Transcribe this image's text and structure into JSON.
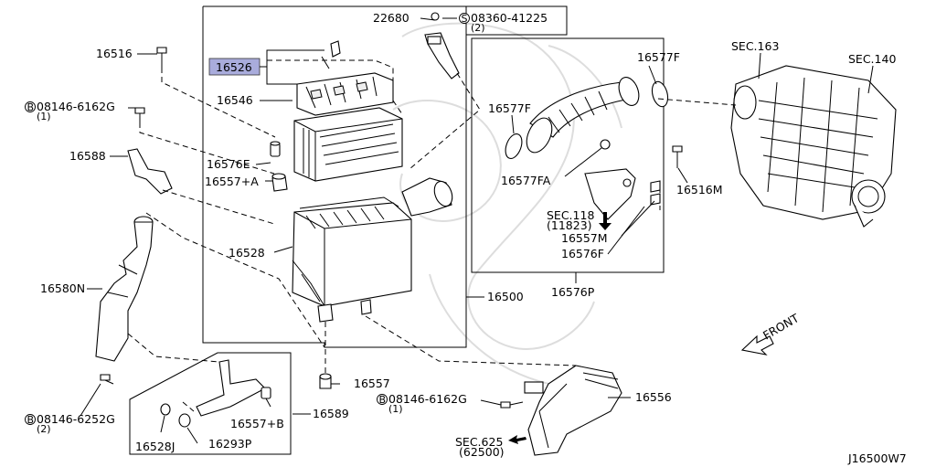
{
  "labels": {
    "p16516": "16516",
    "p16526": "16526",
    "p16546": "16546",
    "p08146_6162g_a": "08146-6162G",
    "p08146_6162g_a_qty": "(1)",
    "p16588": "16588",
    "p16576e": "16576E",
    "p16557a": "16557+A",
    "p16528": "16528",
    "p16580n": "16580N",
    "p08146_6252g": "08146-6252G",
    "p08146_6252g_qty": "(2)",
    "p16528j": "16528J",
    "p16293p": "16293P",
    "p16557b": "16557+B",
    "p16589": "16589",
    "p16557": "16557",
    "p16500": "16500",
    "p22680": "22680",
    "p08360": "08360-41225",
    "p08360_qty": "(2)",
    "p16577f_a": "16577F",
    "p16577f_b": "16577F",
    "p16577fa": "16577FA",
    "sec118": "SEC.118",
    "sec118_ref": "(11823)",
    "p16557m": "16557M",
    "p16576f": "16576F",
    "p16576p": "16576P",
    "sec163": "SEC.163",
    "sec140": "SEC.140",
    "p16516m": "16516M",
    "front": "FRONT",
    "p08146_6162g_b": "08146-6162G",
    "p08146_6162g_b_qty": "(1)",
    "p16556": "16556",
    "sec625": "SEC.625",
    "sec625_ref": "(62500)",
    "diagram_id": "J16500W7"
  },
  "circle_letters": {
    "s": "S",
    "b": "B"
  },
  "highlight_color": "#a9acdc"
}
